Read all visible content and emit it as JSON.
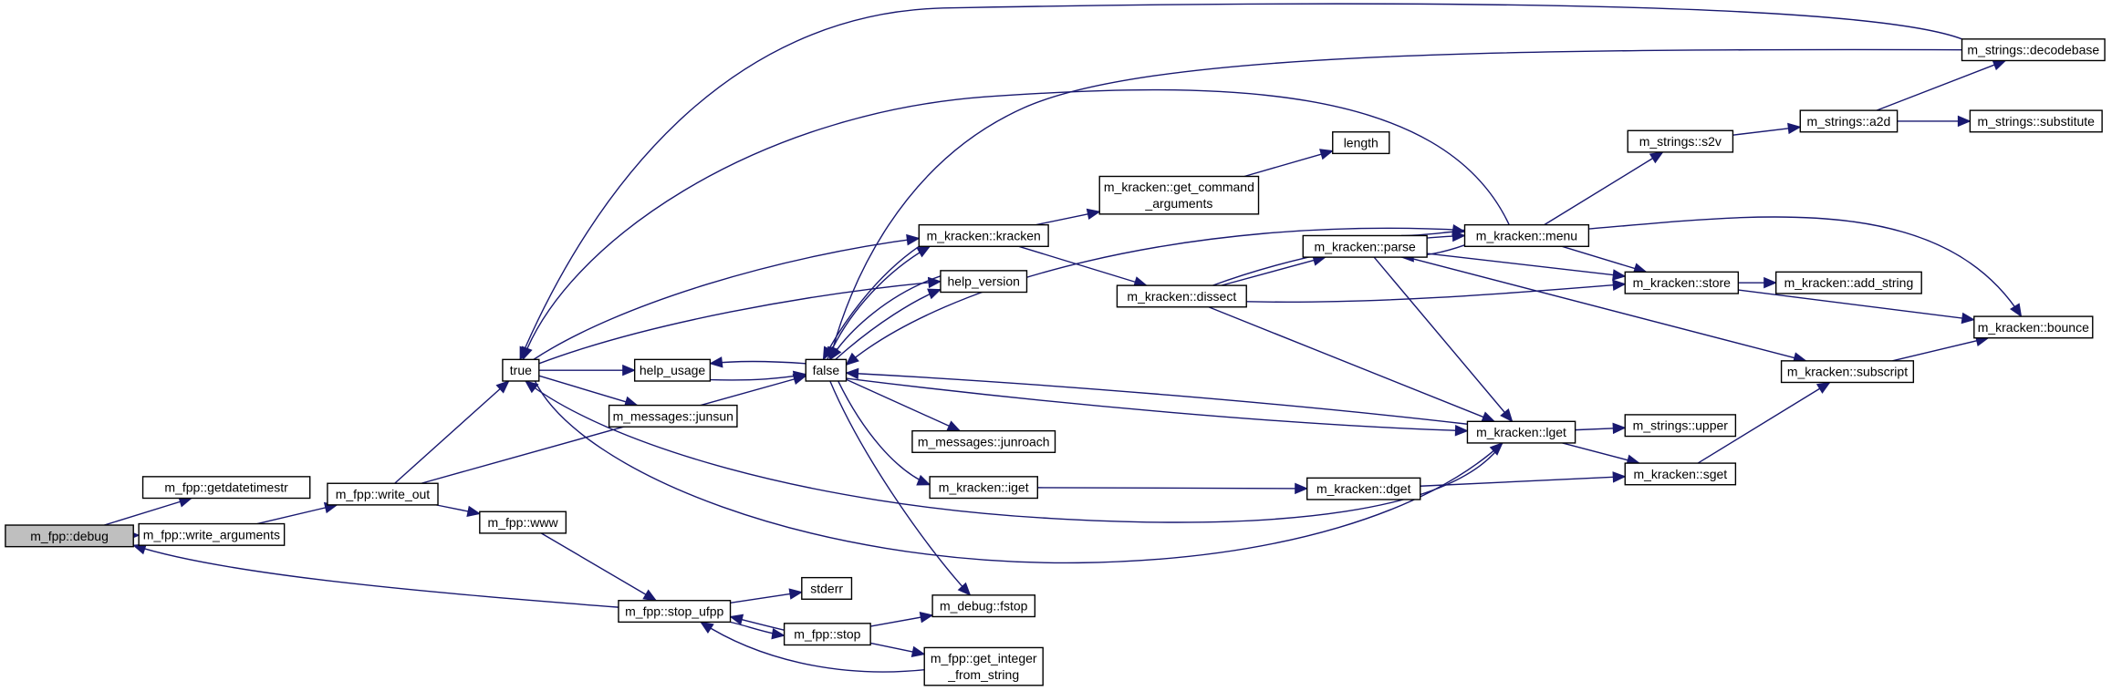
{
  "graph": {
    "title": "",
    "colors": {
      "edge": "#191970",
      "node_border": "#000000",
      "root_fill": "#bfbfbf",
      "node_fill": "#ffffff"
    },
    "nodes": [
      {
        "id": "debug",
        "lines": [
          "m_fpp::debug"
        ],
        "root": true
      },
      {
        "id": "getdatetimestr",
        "lines": [
          "m_fpp::getdatetimestr"
        ]
      },
      {
        "id": "write_arguments",
        "lines": [
          "m_fpp::write_arguments"
        ]
      },
      {
        "id": "write_out",
        "lines": [
          "m_fpp::write_out"
        ]
      },
      {
        "id": "www",
        "lines": [
          "m_fpp::www"
        ]
      },
      {
        "id": "true",
        "lines": [
          "true"
        ]
      },
      {
        "id": "help_usage",
        "lines": [
          "help_usage"
        ]
      },
      {
        "id": "junsun",
        "lines": [
          "m_messages::junsun"
        ]
      },
      {
        "id": "false",
        "lines": [
          "false"
        ]
      },
      {
        "id": "help_version",
        "lines": [
          "help_version"
        ]
      },
      {
        "id": "kracken",
        "lines": [
          "m_kracken::kracken"
        ]
      },
      {
        "id": "junroach",
        "lines": [
          "m_messages::junroach"
        ]
      },
      {
        "id": "iget",
        "lines": [
          "m_kracken::iget"
        ]
      },
      {
        "id": "stop_ufpp",
        "lines": [
          "m_fpp::stop_ufpp"
        ]
      },
      {
        "id": "stderr",
        "lines": [
          "stderr"
        ]
      },
      {
        "id": "stop",
        "lines": [
          "m_fpp::stop"
        ]
      },
      {
        "id": "fstop",
        "lines": [
          "m_debug::fstop"
        ]
      },
      {
        "id": "get_integer",
        "lines": [
          "m_fpp::get_integer",
          "_from_string"
        ]
      },
      {
        "id": "get_command",
        "lines": [
          "m_kracken::get_command",
          "_arguments"
        ]
      },
      {
        "id": "length",
        "lines": [
          "length"
        ]
      },
      {
        "id": "dissect",
        "lines": [
          "m_kracken::dissect"
        ]
      },
      {
        "id": "menu",
        "lines": [
          "m_kracken::menu"
        ]
      },
      {
        "id": "parse",
        "lines": [
          "m_kracken::parse"
        ]
      },
      {
        "id": "lget",
        "lines": [
          "m_kracken::lget"
        ]
      },
      {
        "id": "dget",
        "lines": [
          "m_kracken::dget"
        ]
      },
      {
        "id": "store",
        "lines": [
          "m_kracken::store"
        ]
      },
      {
        "id": "add_string",
        "lines": [
          "m_kracken::add_string"
        ]
      },
      {
        "id": "s2v",
        "lines": [
          "m_strings::s2v"
        ]
      },
      {
        "id": "a2d",
        "lines": [
          "m_strings::a2d"
        ]
      },
      {
        "id": "decodebase",
        "lines": [
          "m_strings::decodebase"
        ]
      },
      {
        "id": "substitute",
        "lines": [
          "m_strings::substitute"
        ]
      },
      {
        "id": "bounce",
        "lines": [
          "m_kracken::bounce"
        ]
      },
      {
        "id": "subscript",
        "lines": [
          "m_kracken::subscript"
        ]
      },
      {
        "id": "upper",
        "lines": [
          "m_strings::upper"
        ]
      },
      {
        "id": "sget",
        "lines": [
          "m_kracken::sget"
        ]
      }
    ],
    "edges": [
      {
        "from": "debug",
        "to": "getdatetimestr"
      },
      {
        "from": "debug",
        "to": "write_arguments"
      },
      {
        "from": "write_arguments",
        "to": "write_out"
      },
      {
        "from": "write_out",
        "to": "true"
      },
      {
        "from": "write_out",
        "to": "false"
      },
      {
        "from": "write_out",
        "to": "www"
      },
      {
        "from": "www",
        "to": "stop_ufpp"
      },
      {
        "from": "stop_ufpp",
        "to": "debug"
      },
      {
        "from": "stop_ufpp",
        "to": "stderr"
      },
      {
        "from": "stop_ufpp",
        "to": "stop"
      },
      {
        "from": "stop",
        "to": "stop_ufpp"
      },
      {
        "from": "stop",
        "to": "fstop"
      },
      {
        "from": "stop",
        "to": "get_integer"
      },
      {
        "from": "get_integer",
        "to": "stop_ufpp"
      },
      {
        "from": "true",
        "to": "help_usage"
      },
      {
        "from": "true",
        "to": "junsun"
      },
      {
        "from": "true",
        "to": "help_version"
      },
      {
        "from": "true",
        "to": "kracken"
      },
      {
        "from": "true",
        "to": "lget"
      },
      {
        "from": "help_usage",
        "to": "false"
      },
      {
        "from": "false",
        "to": "help_usage"
      },
      {
        "from": "false",
        "to": "help_version"
      },
      {
        "from": "help_version",
        "to": "false"
      },
      {
        "from": "false",
        "to": "kracken"
      },
      {
        "from": "kracken",
        "to": "false"
      },
      {
        "from": "false",
        "to": "junroach"
      },
      {
        "from": "false",
        "to": "iget"
      },
      {
        "from": "false",
        "to": "fstop"
      },
      {
        "from": "false",
        "to": "lget"
      },
      {
        "from": "lget",
        "to": "false"
      },
      {
        "from": "lget",
        "to": "true"
      },
      {
        "from": "menu",
        "to": "false"
      },
      {
        "from": "menu",
        "to": "true"
      },
      {
        "from": "decodebase",
        "to": "true"
      },
      {
        "from": "decodebase",
        "to": "false"
      },
      {
        "from": "kracken",
        "to": "get_command"
      },
      {
        "from": "kracken",
        "to": "dissect"
      },
      {
        "from": "get_command",
        "to": "length"
      },
      {
        "from": "dissect",
        "to": "menu"
      },
      {
        "from": "dissect",
        "to": "parse"
      },
      {
        "from": "dissect",
        "to": "store"
      },
      {
        "from": "dissect",
        "to": "lget"
      },
      {
        "from": "parse",
        "to": "menu"
      },
      {
        "from": "menu",
        "to": "parse"
      },
      {
        "from": "parse",
        "to": "store"
      },
      {
        "from": "parse",
        "to": "lget"
      },
      {
        "from": "parse",
        "to": "subscript"
      },
      {
        "from": "menu",
        "to": "store"
      },
      {
        "from": "menu",
        "to": "s2v"
      },
      {
        "from": "menu",
        "to": "bounce"
      },
      {
        "from": "s2v",
        "to": "a2d"
      },
      {
        "from": "a2d",
        "to": "decodebase"
      },
      {
        "from": "a2d",
        "to": "substitute"
      },
      {
        "from": "store",
        "to": "add_string"
      },
      {
        "from": "store",
        "to": "bounce"
      },
      {
        "from": "subscript",
        "to": "bounce"
      },
      {
        "from": "iget",
        "to": "dget"
      },
      {
        "from": "dget",
        "to": "sget"
      },
      {
        "from": "lget",
        "to": "upper"
      },
      {
        "from": "lget",
        "to": "sget"
      },
      {
        "from": "sget",
        "to": "subscript"
      }
    ]
  }
}
